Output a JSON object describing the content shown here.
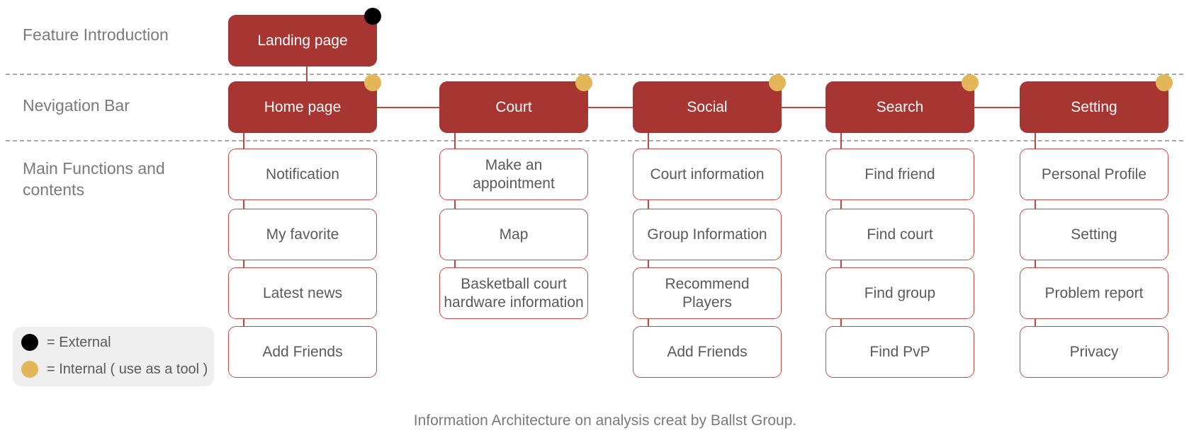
{
  "rows": {
    "feature_intro": "Feature Introduction",
    "navigation": "Nevigation Bar",
    "main_functions": "Main Functions and\ncontents"
  },
  "landing_page": "Landing page",
  "columns": [
    {
      "nav": "Home page",
      "items": [
        "Notification",
        "My favorite",
        "Latest news",
        "Add Friends"
      ]
    },
    {
      "nav": "Court",
      "items": [
        "Make an\nappointment",
        "Map",
        "Basketball court\nhardware information"
      ]
    },
    {
      "nav": "Social",
      "items": [
        "Court information",
        "Group Information",
        "Recommend\nPlayers",
        "Add Friends"
      ]
    },
    {
      "nav": "Search",
      "items": [
        "Find friend",
        "Find court",
        "Find group",
        "Find PvP"
      ]
    },
    {
      "nav": "Setting",
      "items": [
        "Personal Profile",
        "Setting",
        "Problem report",
        "Privacy"
      ]
    }
  ],
  "legend": {
    "external": "= External",
    "internal": "= Internal ( use as a tool )"
  },
  "caption": "Information Architecture on analysis creat by Ballst Group.",
  "colors": {
    "primary": "#a73532",
    "outline": "#c24a45",
    "external_dot": "#000000",
    "internal_dot": "#e3b757",
    "legend_bg": "#efefef"
  }
}
